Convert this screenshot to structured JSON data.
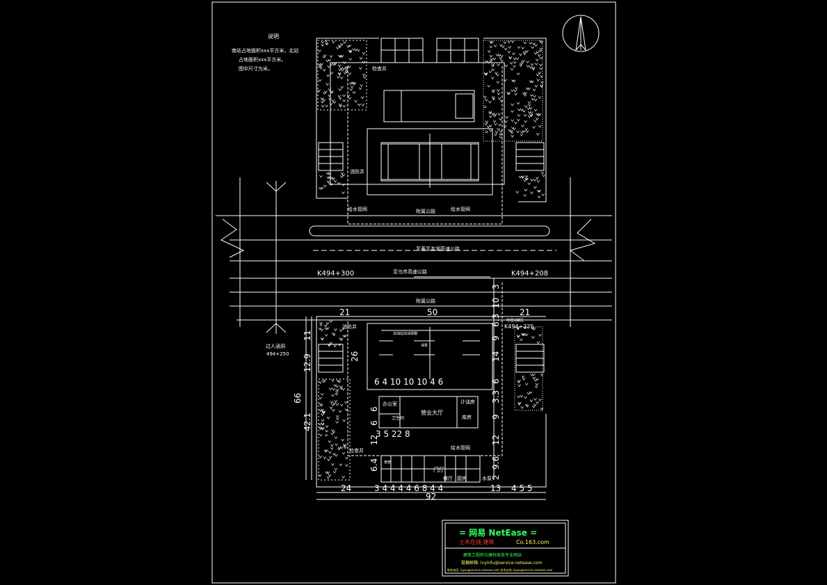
{
  "notes": {
    "title": "说明",
    "line1": "南站占地面积xxx平方米，北站",
    "line2": "占地面积xxx平方米。",
    "line3": "图中尺寸为米。"
  },
  "roads": {
    "highway": "至黄至本湖高速公路",
    "highway2": "至乌市高速公路",
    "service_north": "附属公路",
    "service_south": "附属公路",
    "station_left": "K494+300",
    "station_right": "K494+208",
    "station_mid": "K494+225",
    "underpass": "过人涵洞",
    "underpass_station": "494+250"
  },
  "labels": {
    "inspection_well": "检查井",
    "fire_hydrant": "消防井",
    "water_pipe": "给水管网",
    "water_pipe2": "给水管网",
    "hall": "营业大厅",
    "office": "办公室",
    "cashier": "计油房",
    "warehouse": "库房",
    "wc": "卫生间",
    "dorm": "宿舍",
    "gate": "门厅",
    "restaurant": "餐厅",
    "kitchen": "厨房",
    "boiler": "水泵",
    "canopy_s": "加油站加油罩棚",
    "pump": "油泵",
    "tank_area": "地埋油罐区"
  },
  "dims": {
    "d21a": "21",
    "d50": "50",
    "d21b": "21",
    "d92": "92",
    "d24": "24",
    "d13": "13",
    "bottom_row": "3 4 4 4 4 6 8 4 4",
    "right_row": "4 5 5",
    "canopy_row": "6 4 10 10 10 4 6",
    "hall_row": "3 5 22 8",
    "d66": "66",
    "d12_9": "12.9",
    "d42_1": "42.1",
    "d11": "11",
    "d26": "26",
    "d6a": "6",
    "d6b": "6",
    "d12": "12",
    "d64": "6.4",
    "r3": "3",
    "r10": "10",
    "r63": "6.3",
    "r9": "9",
    "r14": "14",
    "r6": "6",
    "r33": "3.3",
    "r9b": "9",
    "r12": "12",
    "r96": "9.6",
    "r2": "2"
  },
  "titleblock": {
    "brand": "=  网易 NetEase  =",
    "sub_red": "土木在线·建筑",
    "site": "Co.163.com",
    "desc": "建筑工程师与建材商务专业网站",
    "contact": "投稿邮箱: lvyinfu@service.netease.com",
    "footer": "联系电话: luyou@service.netease.com  技术支持: luyou@service.netease.com"
  },
  "colors": {
    "lines": "#ffffff",
    "brand_green": "#33ff66",
    "brand_red": "#ff3333",
    "brand_yellow": "#ffff66"
  }
}
